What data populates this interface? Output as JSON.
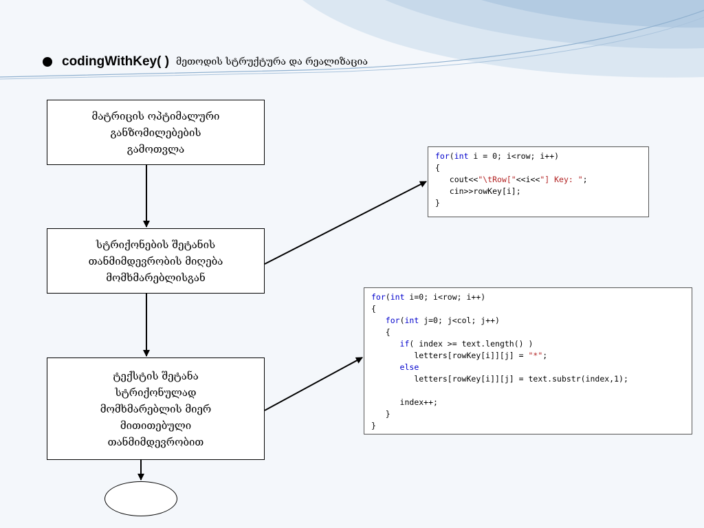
{
  "heading": {
    "bold": "codingWithKey( )",
    "rest": "მეთოდის სტრუქტურა და რეალიზაცია"
  },
  "flowchart": {
    "steps": [
      {
        "lines": [
          "მატრიცის ოპტიმალური",
          "განზომილებების",
          "გამოთვლა"
        ]
      },
      {
        "lines": [
          "სტრიქონების შეტანის",
          "თანმიმდევრობის მიღება",
          "მომხმარებლისგან"
        ]
      },
      {
        "lines": [
          "ტექსტის შეტანა",
          "სტრიქონულად",
          "მომხმარებლის მიერ",
          "მითითებული",
          "თანმიმდევრობით"
        ]
      }
    ]
  },
  "code_blocks": [
    {
      "lines": [
        {
          "indent": 0,
          "parts": [
            [
              "kw",
              "for"
            ],
            [
              "t",
              "("
            ],
            [
              "kw",
              "int"
            ],
            [
              "t",
              " i = 0; i<row; i++)"
            ]
          ]
        },
        {
          "indent": 0,
          "parts": [
            [
              "t",
              "{"
            ]
          ]
        },
        {
          "indent": 1,
          "parts": [
            [
              "t",
              "cout<<"
            ],
            [
              "str",
              "\"\\tRow[\""
            ],
            [
              "t",
              "<<i<<"
            ],
            [
              "str",
              "\"] Key: \""
            ],
            [
              "t",
              ";"
            ]
          ]
        },
        {
          "indent": 1,
          "parts": [
            [
              "t",
              "cin>>rowKey[i];"
            ]
          ]
        },
        {
          "indent": 0,
          "parts": [
            [
              "t",
              "}"
            ]
          ]
        }
      ]
    },
    {
      "lines": [
        {
          "indent": 0,
          "parts": [
            [
              "kw",
              "for"
            ],
            [
              "t",
              "("
            ],
            [
              "kw",
              "int"
            ],
            [
              "t",
              " i=0; i<row; i++)"
            ]
          ]
        },
        {
          "indent": 0,
          "parts": [
            [
              "t",
              "{"
            ]
          ]
        },
        {
          "indent": 1,
          "parts": [
            [
              "kw",
              "for"
            ],
            [
              "t",
              "("
            ],
            [
              "kw",
              "int"
            ],
            [
              "t",
              " j=0; j<col; j++)"
            ]
          ]
        },
        {
          "indent": 1,
          "parts": [
            [
              "t",
              "{"
            ]
          ]
        },
        {
          "indent": 2,
          "parts": [
            [
              "kw",
              "if"
            ],
            [
              "t",
              "( index >= text.length() )"
            ]
          ]
        },
        {
          "indent": 3,
          "parts": [
            [
              "t",
              "letters[rowKey[i]][j] = "
            ],
            [
              "str",
              "\"*\""
            ],
            [
              "t",
              ";"
            ]
          ]
        },
        {
          "indent": 2,
          "parts": [
            [
              "kw",
              "else"
            ]
          ]
        },
        {
          "indent": 3,
          "parts": [
            [
              "t",
              "letters[rowKey[i]][j] = text.substr(index,1);"
            ]
          ]
        },
        {
          "indent": 0,
          "parts": [
            [
              "t",
              ""
            ]
          ]
        },
        {
          "indent": 2,
          "parts": [
            [
              "t",
              "index++;"
            ]
          ]
        },
        {
          "indent": 1,
          "parts": [
            [
              "t",
              "}"
            ]
          ]
        },
        {
          "indent": 0,
          "parts": [
            [
              "t",
              "}"
            ]
          ]
        }
      ]
    }
  ]
}
